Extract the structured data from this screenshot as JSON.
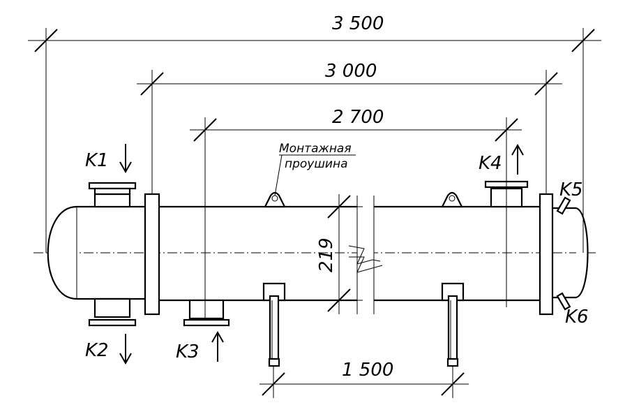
{
  "dimensions": {
    "overall_length": "3 500",
    "flange_distance": "3 000",
    "nozzle_distance": "2 700",
    "support_distance": "1 500",
    "diameter": "219"
  },
  "nozzles": {
    "k1": "K1",
    "k2": "K2",
    "k3": "K3",
    "k4": "K4",
    "k5": "K5",
    "k6": "K6"
  },
  "notes": {
    "lifting_lug_line1": "Монтажная",
    "lifting_lug_line2": "проушина"
  }
}
